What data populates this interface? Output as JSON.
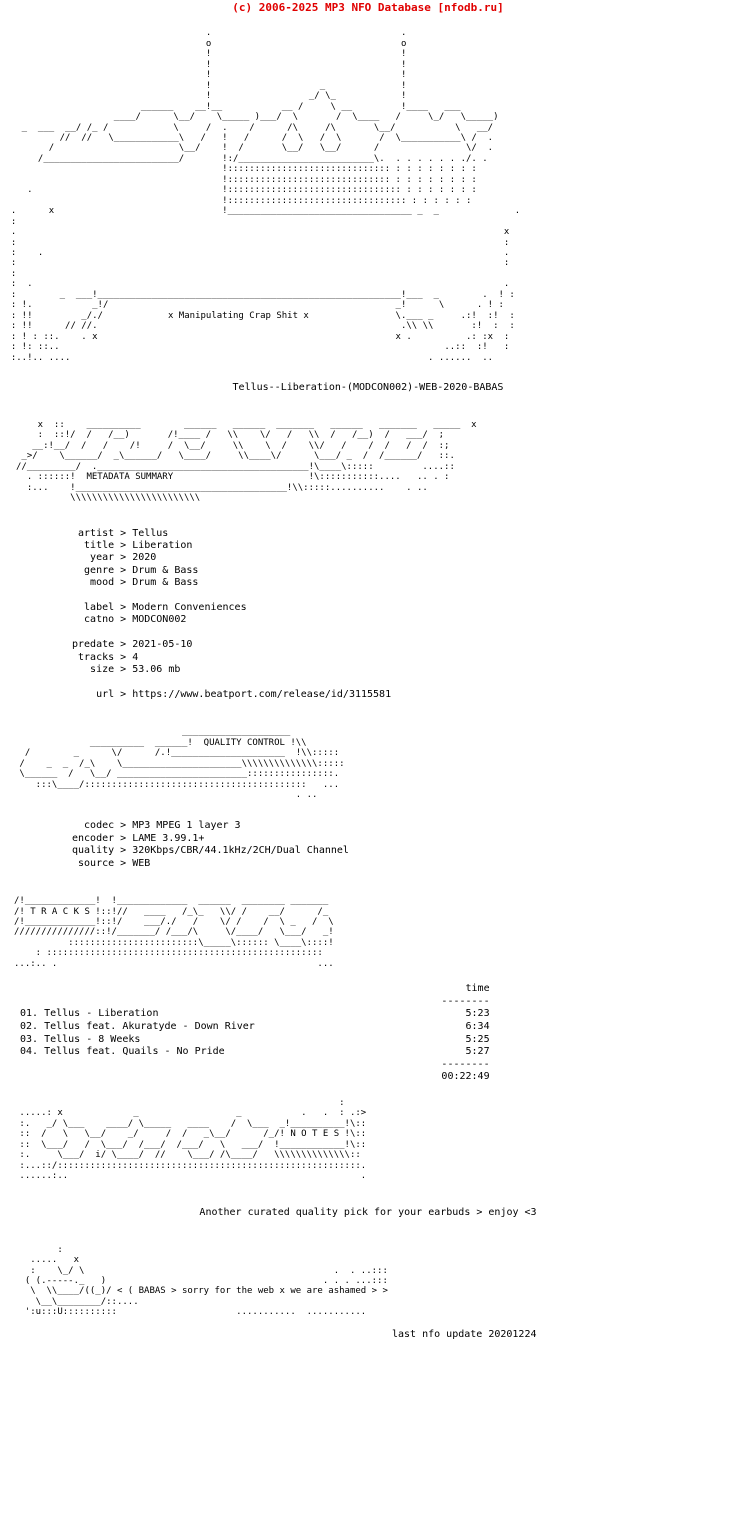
{
  "header": {
    "credit": "(c) 2006-2025 MP3 NFO Database [nfodb.ru]",
    "credit_color": "#e00000"
  },
  "top_art": {
    "group_letters": "B        A        B        A        S",
    "tagline": "x Manipulating Crap Shit x",
    "ascii": [
      "                                                                                                ",
      "                                      .                                   .                     ",
      "                                      o                                   o                     ",
      "                                      !                                   !                     ",
      "                                      !                                   !                     ",
      "                                      !                                   !                     ",
      "                                      !                    _              !                     ",
      "                                      !                  _/ \\_            !                     ",
      "                          ______    __!__           __ /     \\ __         !____   ___           ",
      "                     ____/      \\__/    \\_____ )___/  \\       /  \\____   /     \\_/   \\_____)    ",
      "    _  ___  __/ /_ /            \\     /  .    /      /\\     /\\       \\__/           \\   __/     ",
      "           //  //   \\____________\\   /   !   /      /  \\   /  \\       /  \\___________\\ /  .     ",
      "         /                       \\__/    !  /       \\__/   \\__/      /                \\/  .     ",
      "       /_________________________/       !:/_________________________\\.  . . . . . . ./. .      ",
      "                                         !:::::::::::::::::::::::::::::: : : : : : : : :        ",
      "                                         !:::::::::::::::::::::::::::::: : : : : : : : :        ",
      "     .                                   !:::::::::::::::::::::::::::::::: : : : : : : :        ",
      "                                         !::::::::::::::::::::::::::::::::: : : : : : :         ",
      "  .      x                               !__________________________________ _  _              .",
      "  :                                                                                             ",
      "  .                                                                                          x  ",
      "  :                                                                                          :  ",
      "  :    .                                                                                     .  ",
      "  :                                                                                          :  ",
      "  :                                                                                             ",
      "  :  .                                                                                       .  ",
      "  :        _  ___!________________________________________________________!___  _        .  ! : ",
      "  : !.           _!/                                                     _!      \\      . ! :   ",
      "  : !!         _/./            x Manipulating Crap Shit x                \\.___ _     .:!  :!  : ",
      "  : !!      // //.                                                        .\\\\ \\\\       :!  :  : ",
      "  : ! : ::.    . x                                                       x .          .: :x  :  ",
      "  : !: ::..                                                                       ..::  :!   :  ",
      "  :..!.. ....                                                                  . ......  ..     "
    ]
  },
  "release": {
    "name": "Tellus--Liberation-(MODCON002)-WEB-2020-BABAS"
  },
  "metadata_banner": {
    "label": "METADATA SUMMARY",
    "ascii": [
      "    x  ::    __________        ______   ______  _______   ______   _______   _____  x",
      "    :  ::!/  /   /__)       /!____ /   \\\\    \\/   /   \\\\  /   /__)  /   ___/  ;    ",
      "   __:!__/  /   /    /!     /  \\__/     \\\\    \\  /    \\\\/   /    /  /   /  /  :;   ",
      " _>/    \\______/  _\\______/   \\____/     \\\\____\\/      \\___/ _  /  /______/   ::.  ",
      "//_________/  ._______________________________________!\\____\\:::::         ....::  ",
      "  . ::::::!  METADATA SUMMARY                         !\\:::::::::::....   .. . :   ",
      "  :...    !_______________________________________!\\\\:::::..........    . ..  ",
      "          \\\\\\\\\\\\\\\\\\\\\\\\\\\\\\\\\\\\\\\\\\\\\\\\ "
    ]
  },
  "metadata": {
    "fields": [
      {
        "key": "artist",
        "value": "Tellus"
      },
      {
        "key": "title",
        "value": "Liberation"
      },
      {
        "key": "year",
        "value": "2020"
      },
      {
        "key": "genre",
        "value": "Drum & Bass"
      },
      {
        "key": "mood",
        "value": "Drum & Bass"
      }
    ],
    "label_fields": [
      {
        "key": "label",
        "value": "Modern Conveniences"
      },
      {
        "key": "catno",
        "value": "MODCON002"
      }
    ],
    "release_fields": [
      {
        "key": "predate",
        "value": "2021-05-10"
      },
      {
        "key": "tracks",
        "value": "4"
      },
      {
        "key": "size",
        "value": "53.06 mb"
      }
    ],
    "url_field": {
      "key": "url",
      "value": "https://www.beatport.com/release/id/3115581"
    },
    "separator": ">"
  },
  "quality_banner": {
    "label": "QUALITY CONTROL",
    "ascii": [
      "                               ____________________         ",
      "              __________  ______!  QUALITY CONTROL !\\\\      ",
      "  /        _      \\/      /.!_____________________  !\\\\:::::",
      " /    _  _  /_\\    \\______________________\\\\\\\\\\\\\\\\\\\\\\\\\\\\:::::",
      " \\______  /   \\__/ ________________________::::::::::::::::.",
      "    :::\\____/:::::::::::::::::::::::::::::::::::::::::   ...",
      "                                                    . ..    "
    ]
  },
  "quality": {
    "fields": [
      {
        "key": "codec",
        "value": "MP3 MPEG 1 layer 3"
      },
      {
        "key": "encoder",
        "value": "LAME 3.99.1+"
      },
      {
        "key": "quality",
        "value": "320Kbps/CBR/44.1kHz/2CH/Dual Channel"
      },
      {
        "key": "source",
        "value": "WEB"
      }
    ]
  },
  "tracks_banner": {
    "label": "T R A C K S",
    "ascii": [
      "/!_____________!  !_____________  ______  ________ _______ ",
      "/! T R A C K S !::!//   ____   /_\\_   \\\\/ /    __/      /_ ",
      "/!_____________!::!/    ___/./   /    \\/ /    /  \\ _   /  \\",
      "///////////////::!/_______/ /___/\\     \\/____/   \\___/   _!",
      "          ::::::::::::::::::::::::\\_____\\:::::: \\____\\::::!",
      "    : :::::::::::::::::::::::::::::::::::::::::::::::::::  ",
      "...:.. .                                                ..."
    ]
  },
  "tracklist": {
    "time_header": "time",
    "divider": "--------",
    "items": [
      {
        "num": "01.",
        "title": "Tellus - Liberation",
        "time": "5:23"
      },
      {
        "num": "02.",
        "title": "Tellus feat. Akuratyde - Down River",
        "time": "6:34"
      },
      {
        "num": "03.",
        "title": "Tellus - 8 Weeks",
        "time": "5:25"
      },
      {
        "num": "04.",
        "title": "Tellus feat. Quails - No Pride",
        "time": "5:27"
      }
    ],
    "total": "00:22:49"
  },
  "notes_banner": {
    "label": "N O T E S",
    "ascii": [
      "                                                            :       ",
      " .....: x             _                  _           .   .  : .:>   ",
      " :.   _/ \\___    ____/ \\_____   ____    /  \\___  _!__________!\\::   ",
      " ::  /   \\   \\__/    _/     /  /   _\\__/      /_/! N O T E S !\\::   ",
      " ::  \\___/   /  \\___/  /___/  /___/   \\   ___/  !____________!\\::   ",
      " :.     \\___/  i/ \\____/  //    \\___/ /\\____/   \\\\\\\\\\\\\\\\\\\\\\\\\\\\::   ",
      " :...::/::::::::::::::::::::::::::::::::::::::::::::::::::::::::.   ",
      " ......:..                                                      .   "
    ],
    "text": "Another curated quality pick for your earbuds > enjoy <3"
  },
  "footer": {
    "ascii": [
      "        :                                                                    ",
      "   .....   x                                                                 ",
      "   :    \\_/ \\                                              .  . ..:::        ",
      "  ( (.-----._   )                                        . . . ...:::        ",
      "   \\  \\\\____/((_)/ < ( BABAS > sorry for the web x we are ashamed > >        ",
      "    \\__\\________/::....                                                      ",
      "  ':u:::U::::::::::                      ...........  ...........            "
    ],
    "group": "BABAS",
    "message": "< ( BABAS > sorry for the web x we are ashamed > >",
    "last_update": "last nfo update 20201224"
  }
}
